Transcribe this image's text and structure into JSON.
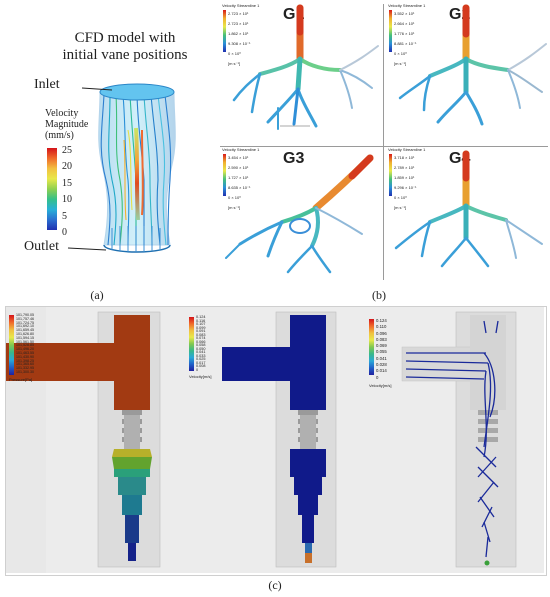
{
  "panel_a": {
    "title_line1": "CFD model with",
    "title_line2": "initial vane positions",
    "inlet_label": "Inlet",
    "outlet_label": "Outlet",
    "legend_title": [
      "Velocity",
      "Magnitude",
      "(mm/s)"
    ],
    "legend_ticks": [
      "25",
      "20",
      "15",
      "10",
      "5",
      "0"
    ],
    "caption": "(a)"
  },
  "panel_b": {
    "caption": "(b)",
    "grids": [
      {
        "label": "G1",
        "legend_title": "Velocity Streamline 1",
        "ticks": [
          "2.723 × 10¹",
          "2.723 × 10¹",
          "1.862 × 10¹",
          "9.308 × 10⁻¹",
          "0 × 10⁰"
        ],
        "unit": "[m s⁻¹]"
      },
      {
        "label": "G2",
        "legend_title": "Velocity Streamline 1",
        "ticks": [
          "3.552 × 10¹",
          "2.664 × 10¹",
          "1.776 × 10¹",
          "8.881 × 10⁻¹",
          "0 × 10⁰"
        ],
        "unit": "[m s⁻¹]"
      },
      {
        "label": "G3",
        "legend_title": "Velocity Streamline 1",
        "ticks": [
          "3.454 × 10¹",
          "2.590 × 10¹",
          "1.727 × 10¹",
          "8.635 × 10⁻¹",
          "0 × 10⁰"
        ],
        "unit": "[m s⁻¹]"
      },
      {
        "label": "G4",
        "legend_title": "Velocity Streamline 1",
        "ticks": [
          "3.718 × 10¹",
          "2.789 × 10¹",
          "1.859 × 10¹",
          "9.296 × 10⁻¹",
          "0 × 10⁰"
        ],
        "unit": "[m s⁻¹]"
      }
    ]
  },
  "panel_c": {
    "caption": "(c)",
    "pressure": {
      "ticks": [
        "101,790.05",
        "101,757.46",
        "101,724.75",
        "101,692.10",
        "101,659.45",
        "101,626.80",
        "101,594.15",
        "101,561.50",
        "101,528.85",
        "101,496.20",
        "101,463.55",
        "101,430.90",
        "101,398.25",
        "101,365.60",
        "101,332.95",
        "101,300.30"
      ],
      "unit": "Pressure[Pa]"
    },
    "velocity": {
      "ticks": [
        "0.124",
        "0.116",
        "0.107",
        "0.099",
        "0.091",
        "0.083",
        "0.074",
        "0.066",
        "0.058",
        "0.050",
        "0.041",
        "0.033",
        "0.025",
        "0.017",
        "0.008",
        "0"
      ],
      "unit": "Velocity[m/s]"
    },
    "vectors": {
      "ticks": [
        "0.124",
        "0.110",
        "0.096",
        "0.083",
        "0.069",
        "0.055",
        "0.041",
        "0.028",
        "0.014",
        "0"
      ],
      "unit": "Velocity[m/s]"
    }
  }
}
